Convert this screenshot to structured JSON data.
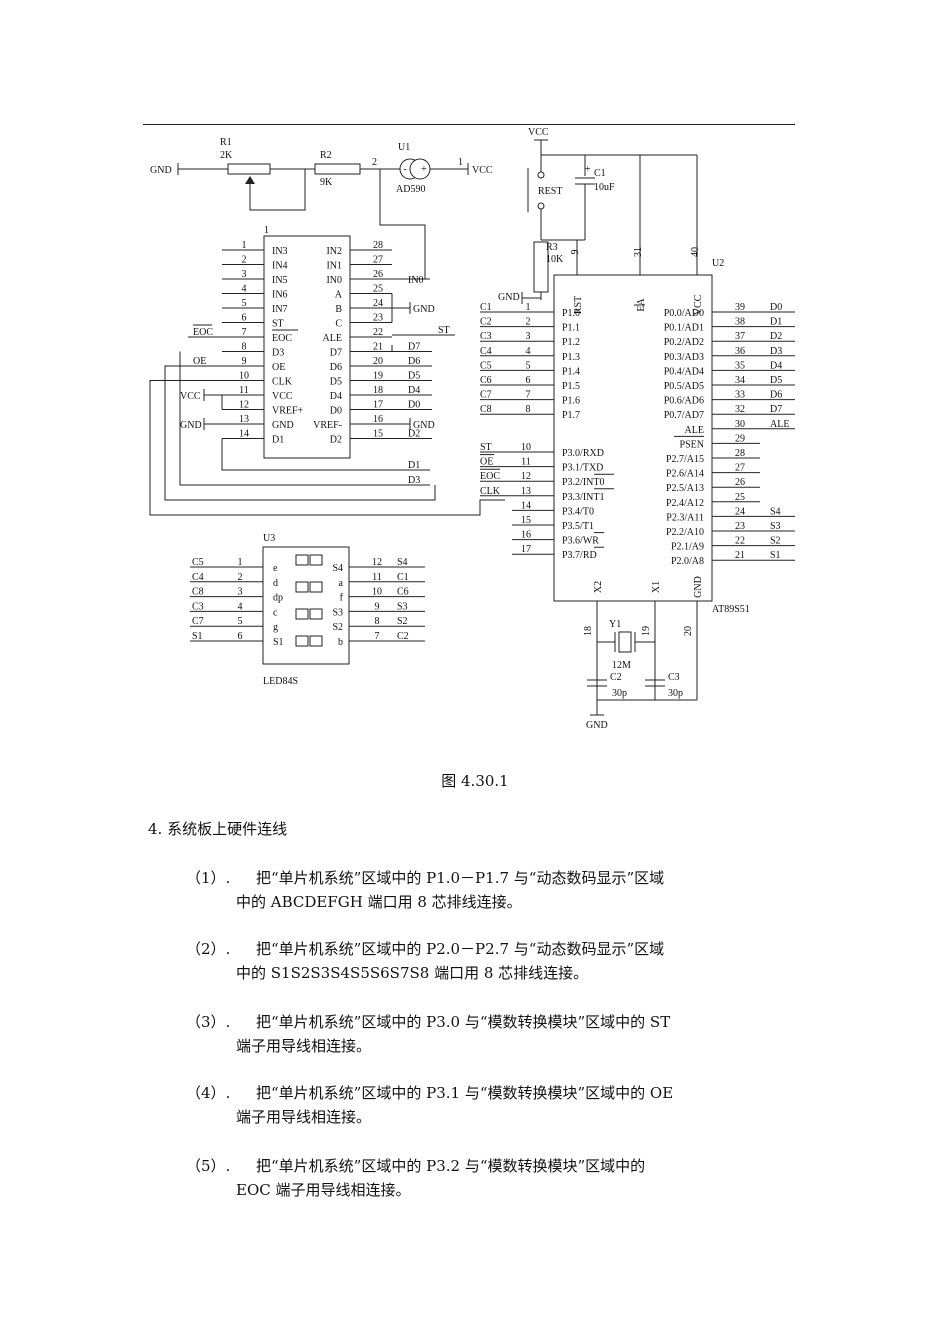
{
  "figure": {
    "caption": "图 4.30.1",
    "adc": {
      "id": "1",
      "left_pins": [
        {
          "num": "1",
          "name": "IN3",
          "net": ""
        },
        {
          "num": "2",
          "name": "IN4",
          "net": ""
        },
        {
          "num": "3",
          "name": "IN5",
          "net": ""
        },
        {
          "num": "4",
          "name": "IN6",
          "net": ""
        },
        {
          "num": "5",
          "name": "IN7",
          "net": ""
        },
        {
          "num": "6",
          "name": "ST",
          "net": ""
        },
        {
          "num": "7",
          "name": "EOC",
          "net": "EOC"
        },
        {
          "num": "8",
          "name": "D3",
          "net": ""
        },
        {
          "num": "9",
          "name": "OE",
          "net": "OE"
        },
        {
          "num": "10",
          "name": "CLK",
          "net": ""
        },
        {
          "num": "11",
          "name": "VCC",
          "net": ""
        },
        {
          "num": "12",
          "name": "VREF+",
          "net": ""
        },
        {
          "num": "13",
          "name": "GND",
          "net": ""
        },
        {
          "num": "14",
          "name": "D1",
          "net": ""
        }
      ],
      "right_pins": [
        {
          "num": "28",
          "name": "IN2",
          "net": ""
        },
        {
          "num": "27",
          "name": "IN1",
          "net": ""
        },
        {
          "num": "26",
          "name": "IN0",
          "net": "IN0"
        },
        {
          "num": "25",
          "name": "A",
          "net": ""
        },
        {
          "num": "24",
          "name": "B",
          "net": ""
        },
        {
          "num": "23",
          "name": "C",
          "net": ""
        },
        {
          "num": "22",
          "name": "ALE",
          "net": ""
        },
        {
          "num": "21",
          "name": "D7",
          "net": "D7"
        },
        {
          "num": "20",
          "name": "D6",
          "net": "D6"
        },
        {
          "num": "19",
          "name": "D5",
          "net": "D5"
        },
        {
          "num": "18",
          "name": "D4",
          "net": "D4"
        },
        {
          "num": "17",
          "name": "D0",
          "net": "D0"
        },
        {
          "num": "16",
          "name": "VREF-",
          "net": ""
        },
        {
          "num": "15",
          "name": "D2",
          "net": "D2"
        }
      ],
      "bus_lines": [
        "D1",
        "D3"
      ],
      "st_label": "ST"
    },
    "mcu": {
      "id": "U2",
      "part": "AT89S51",
      "p1": [
        {
          "net": "C1",
          "num": "1",
          "name": "P1.0"
        },
        {
          "net": "C2",
          "num": "2",
          "name": "P1.1"
        },
        {
          "net": "C3",
          "num": "3",
          "name": "P1.2"
        },
        {
          "net": "C4",
          "num": "4",
          "name": "P1.3"
        },
        {
          "net": "C5",
          "num": "5",
          "name": "P1.4"
        },
        {
          "net": "C6",
          "num": "6",
          "name": "P1.5"
        },
        {
          "net": "C7",
          "num": "7",
          "name": "P1.6"
        },
        {
          "net": "C8",
          "num": "8",
          "name": "P1.7"
        }
      ],
      "p3": [
        {
          "net": "ST",
          "num": "10",
          "name": "P3.0/RXD"
        },
        {
          "net": "OE",
          "num": "11",
          "name": "P3.1/TXD"
        },
        {
          "net": "EOC",
          "num": "12",
          "name": "P3.2/INT0"
        },
        {
          "net": "CLK",
          "num": "13",
          "name": "P3.3/INT1"
        },
        {
          "net": "",
          "num": "14",
          "name": "P3.4/T0"
        },
        {
          "net": "",
          "num": "15",
          "name": "P3.5/T1"
        },
        {
          "net": "",
          "num": "16",
          "name": "P3.6/WR"
        },
        {
          "net": "",
          "num": "17",
          "name": "P3.7/RD"
        }
      ],
      "right": [
        {
          "num": "39",
          "name": "P0.0/AD0",
          "net": "D0"
        },
        {
          "num": "38",
          "name": "P0.1/AD1",
          "net": "D1"
        },
        {
          "num": "37",
          "name": "P0.2/AD2",
          "net": "D2"
        },
        {
          "num": "36",
          "name": "P0.3/AD3",
          "net": "D3"
        },
        {
          "num": "35",
          "name": "P0.4/AD4",
          "net": "D4"
        },
        {
          "num": "34",
          "name": "P0.5/AD5",
          "net": "D5"
        },
        {
          "num": "33",
          "name": "P0.6/AD6",
          "net": "D6"
        },
        {
          "num": "32",
          "name": "P0.7/AD7",
          "net": "D7"
        },
        {
          "num": "30",
          "name": "ALE",
          "net": "ALE"
        },
        {
          "num": "29",
          "name": "PSEN",
          "net": ""
        },
        {
          "num": "28",
          "name": "P2.7/A15",
          "net": ""
        },
        {
          "num": "27",
          "name": "P2.6/A14",
          "net": ""
        },
        {
          "num": "26",
          "name": "P2.5/A13",
          "net": ""
        },
        {
          "num": "25",
          "name": "P2.4/A12",
          "net": ""
        },
        {
          "num": "24",
          "name": "P2.3/A11",
          "net": "S4"
        },
        {
          "num": "23",
          "name": "P2.2/A10",
          "net": "S3"
        },
        {
          "num": "22",
          "name": "P2.1/A9",
          "net": "S2"
        },
        {
          "num": "21",
          "name": "P2.0/A8",
          "net": "S1"
        }
      ],
      "top": [
        {
          "num": "9",
          "name": "RST"
        },
        {
          "num": "31",
          "name": "EA"
        },
        {
          "num": "40",
          "name": "VCC"
        }
      ],
      "bottom": [
        {
          "num": "18",
          "name": "X2"
        },
        {
          "num": "19",
          "name": "X1"
        },
        {
          "num": "20",
          "name": "GND"
        }
      ]
    },
    "led": {
      "id": "U3",
      "part": "LED84S",
      "left": [
        {
          "net": "C5",
          "num": "1",
          "name": "e"
        },
        {
          "net": "C4",
          "num": "2",
          "name": "d"
        },
        {
          "net": "C8",
          "num": "3",
          "name": "dp"
        },
        {
          "net": "C3",
          "num": "4",
          "name": "c"
        },
        {
          "net": "C7",
          "num": "5",
          "name": "g"
        },
        {
          "net": "S1",
          "num": "6",
          "name": "S1"
        }
      ],
      "right": [
        {
          "num": "12",
          "net": "S4",
          "name": "S4"
        },
        {
          "num": "11",
          "net": "C1",
          "name": "a"
        },
        {
          "num": "10",
          "net": "C6",
          "name": "f"
        },
        {
          "num": "9",
          "net": "S3",
          "name": "S3"
        },
        {
          "num": "8",
          "net": "S2",
          "name": "S2"
        },
        {
          "num": "7",
          "net": "C2",
          "name": "b"
        }
      ]
    },
    "parts": {
      "gnd": "GND",
      "vcc": "VCC",
      "r1": {
        "id": "R1",
        "value": "2K"
      },
      "r2": {
        "id": "R2",
        "value": "9K"
      },
      "r3": {
        "id": "R3",
        "value": "10K"
      },
      "u1": {
        "id": "U1",
        "part": "AD590",
        "pin1": "1",
        "pin2": "2",
        "minus": "-",
        "plus": "+"
      },
      "c1": {
        "id": "C1",
        "value": "10uF",
        "plus": "+"
      },
      "reset": "REST",
      "c2": {
        "id": "C2",
        "value": "30p"
      },
      "c3": {
        "id": "C3",
        "value": "30p"
      },
      "y1": {
        "id": "Y1",
        "value": "12M"
      }
    }
  },
  "heading": "4.   系统板上硬件连线",
  "steps": [
    {
      "num": "（1）.",
      "line1": "把“单片机系统”区域中的 P1.0－P1.7 与“动态数码显示”区域",
      "line2": "中的 ABCDEFGH 端口用 8 芯排线连接。"
    },
    {
      "num": "（2）.",
      "line1": "把“单片机系统”区域中的 P2.0－P2.7 与“动态数码显示”区域",
      "line2": "中的 S1S2S3S4S5S6S7S8 端口用 8 芯排线连接。"
    },
    {
      "num": "（3）.",
      "line1": "把“单片机系统”区域中的 P3.0 与“模数转换模块”区域中的 ST",
      "line2": "端子用导线相连接。"
    },
    {
      "num": "（4）.",
      "line1": "把“单片机系统”区域中的 P3.1 与“模数转换模块”区域中的 OE",
      "line2": "端子用导线相连接。"
    },
    {
      "num": "（5）.",
      "line1": "把“单片机系统”区域中的 P3.2 与“模数转换模块”区域中的",
      "line2": "EOC 端子用导线相连接。"
    }
  ]
}
